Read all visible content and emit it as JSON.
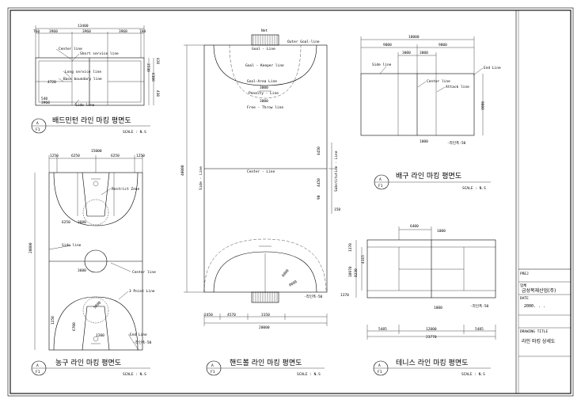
{
  "title_block": {
    "field1_label": "PREJ",
    "field2_label": "업체",
    "company": "금성목재산업(주)",
    "field3_label": "DATE",
    "date": "2000.  .  .",
    "field4_label": "DRAWING TITLE",
    "drawing_title": "라인 마킹 상세도"
  },
  "badminton": {
    "title": "배드민턴 라인 마킹 평면도",
    "scale": "SCALE : N.S",
    "section_number": "A",
    "sheet_number": "F1",
    "labels": {
      "center_line": "Center line",
      "short_service": "Short service line",
      "long_service": "Long service line",
      "back_boundary": "Back boundary line",
      "side_line": "Side line"
    },
    "dims": {
      "total_width": "13400",
      "d1": "760",
      "d2": "3960",
      "d3": "3960",
      "d4": "3960",
      "d5": "760",
      "left_4720": "4720",
      "left_540": "540",
      "left_3960": "3960",
      "r1": "2530",
      "r2": "6100",
      "r3": "420",
      "r4": "430"
    }
  },
  "basketball": {
    "title": "농구 라인 마킹 평면도",
    "scale": "SCALE : N.S",
    "section_number": "A",
    "sheet_number": "F1",
    "labels": {
      "restrict_zone": "Restrict Zone",
      "side_line": "Side line",
      "center_line": "Center line",
      "three_point": "3 Point Line",
      "end_line": "End Line",
      "line_width": "-라인폭-50"
    },
    "dims": {
      "total_width": "15000",
      "d1": "1250",
      "d2": "6250",
      "d3": "6250",
      "d4": "1250",
      "total_length": "28000",
      "r_6250": "6250",
      "r_3600": "3600",
      "circle_3600": "3600",
      "tp_1": "1250",
      "tp_2": "6700",
      "tp_3": "5800",
      "tp_4": "1200"
    }
  },
  "handball": {
    "title": "핸드볼 라인 마킹 평면도",
    "scale": "SCALE : N.S",
    "section_number": "A",
    "sheet_number": "F1",
    "labels": {
      "net": "Net",
      "outer_goal": "Outer Goal-line",
      "goal_line": "Goal - Line",
      "goal_keeper": "Goal - Keeper line",
      "goal_area": "Goal-Area Line",
      "penalty": "Penalty - Line",
      "free_throw": "Free - Throw line",
      "center_line": "Center - Line",
      "side_line": "Side - Line",
      "substitution": "Substitution - Line",
      "line_width": "-라인폭-50"
    },
    "dims": {
      "d_3000a": "3000",
      "d_3000b": "3000",
      "total_length": "40000",
      "d_4450a": "4450",
      "d_4450b": "4450",
      "d_90": "90",
      "d_150": "150",
      "d_6000": "6000",
      "d_9000": "9000",
      "b1": "2450",
      "b2": "4570",
      "b3": "3150",
      "total_width": "20000"
    }
  },
  "volleyball": {
    "title": "배구 라인 마킹 평면도",
    "scale": "SCALE : N.S",
    "section_number": "A",
    "sheet_number": "F1",
    "labels": {
      "side_line": "Side line",
      "end_line": "End Line",
      "center_line": "Center line",
      "attack_line": "Attack line",
      "line_width": "-라인폭-50"
    },
    "dims": {
      "total": "18000",
      "d1": "9000",
      "d2": "9000",
      "a1": "3000",
      "a2": "3000",
      "h": "9000",
      "b": "1000"
    }
  },
  "tennis": {
    "title": "테니스 라인 마킹 평면도",
    "scale": "SCALE : N.S",
    "section_number": "A",
    "sheet_number": "F1",
    "labels": {
      "line_width": "-라인폭-50"
    },
    "dims": {
      "t1": "6400",
      "t2": "1000",
      "l1": "1370",
      "l2": "4115",
      "l3": "10970",
      "l4": "8230",
      "l5": "1370",
      "b_1000": "1000",
      "bot1": "5485",
      "bot2": "12800",
      "bot3": "5485",
      "total": "23770"
    }
  }
}
